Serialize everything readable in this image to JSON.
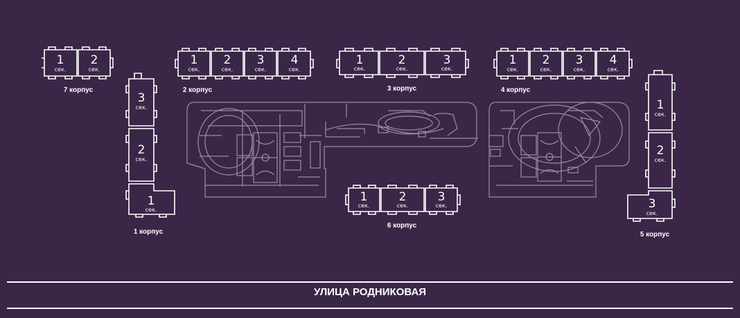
{
  "colors": {
    "background": "#3a2647",
    "outline": "#ffffff",
    "yard_lines": "#9a8caa"
  },
  "section_label": "сек.",
  "street": {
    "name": "УЛИЦА РОДНИКОВАЯ"
  },
  "buildings": [
    {
      "id": "b7",
      "label": "7 корпус",
      "sections": [
        "1",
        "2"
      ]
    },
    {
      "id": "b1",
      "label": "1 корпус",
      "sections": [
        "3",
        "2",
        "1"
      ]
    },
    {
      "id": "b2",
      "label": "2 корпус",
      "sections": [
        "1",
        "2",
        "3",
        "4"
      ]
    },
    {
      "id": "b3",
      "label": "3 корпус",
      "sections": [
        "1",
        "2",
        "3"
      ]
    },
    {
      "id": "b4",
      "label": "4 корпус",
      "sections": [
        "1",
        "2",
        "3",
        "4"
      ]
    },
    {
      "id": "b5",
      "label": "5 корпус",
      "sections": [
        "1",
        "2",
        "3"
      ]
    },
    {
      "id": "b6",
      "label": "6 корпус",
      "sections": [
        "1",
        "2",
        "3"
      ]
    }
  ]
}
